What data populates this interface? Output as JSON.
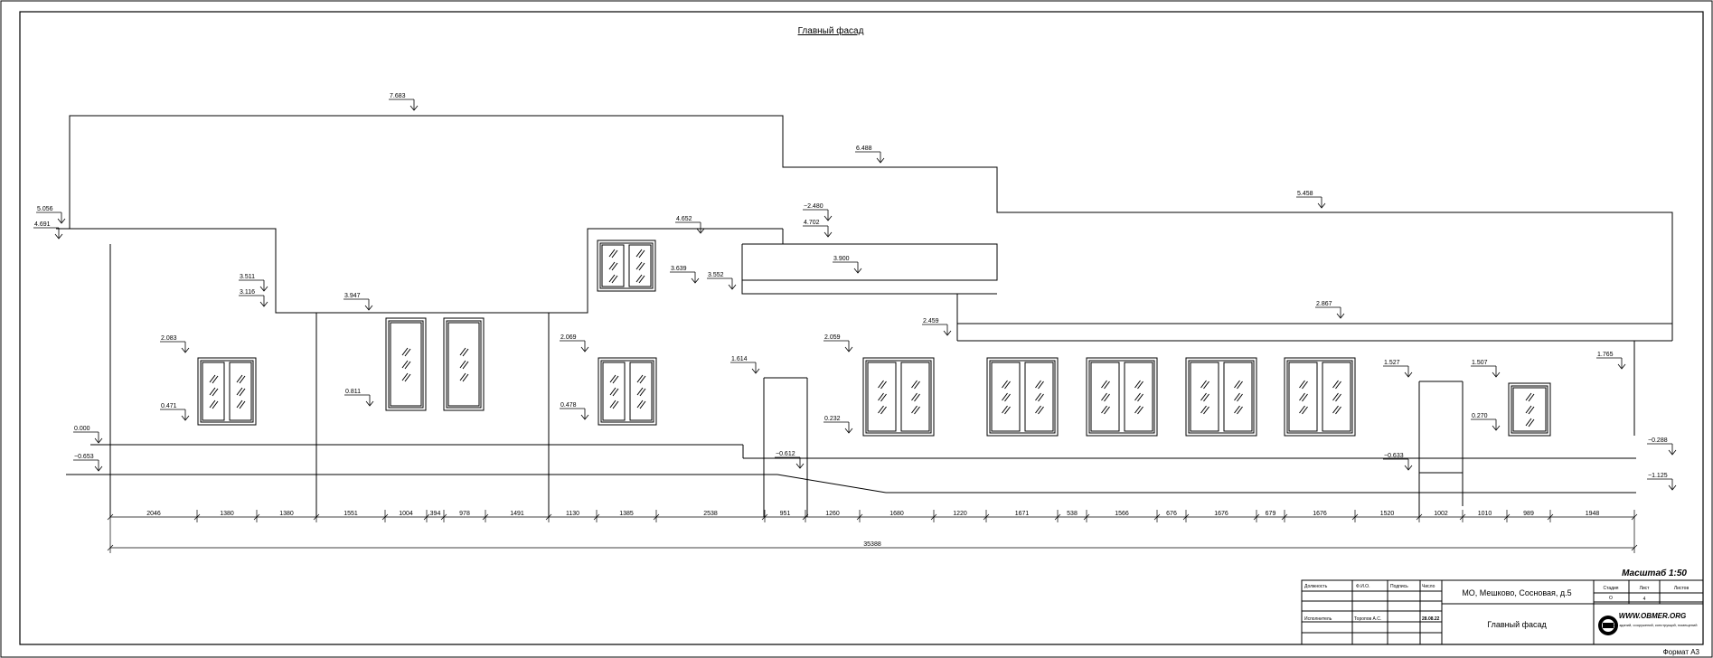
{
  "drawing": {
    "title": "Главный фасад",
    "scale_label": "Масштаб 1:50",
    "format_label": "Формат А3"
  },
  "elevations": [
    "7.683",
    "6.488",
    "5.458",
    "5.056",
    "4.691",
    "4.652",
    "−2.480",
    "4.702",
    "3.511",
    "3.116",
    "3.947",
    "3.639",
    "3.552",
    "3.900",
    "2.867",
    "2.459",
    "2.083",
    "0.471",
    "0.811",
    "2.069",
    "0.478",
    "1.614",
    "2.059",
    "0.232",
    "1.527",
    "1.507",
    "0.270",
    "1.765",
    "0.000",
    "−0.653",
    "−0.612",
    "−0.633",
    "−0.288",
    "−1.125"
  ],
  "dimensions": {
    "segments": [
      "2046",
      "1380",
      "1380",
      "1551",
      "1004",
      "394",
      "978",
      "1491",
      "1130",
      "1385",
      "2538",
      "951",
      "1260",
      "1680",
      "1220",
      "1671",
      "538",
      "1566",
      "676",
      "1676",
      "679",
      "1676",
      "1520",
      "1002",
      "1010",
      "989",
      "1948"
    ],
    "total": "35388"
  },
  "stamp": {
    "headers": [
      "Должность",
      "Ф.И.О.",
      "Подпись",
      "Число"
    ],
    "role": "Исполнитель",
    "name": "Торопов А.С.",
    "date": "28.08.22",
    "address": "МО, Мешково, Сосновая, д.5",
    "sheet_title": "Главный фасад",
    "stage_label": "Стадия",
    "sheet_label": "Лист",
    "sheets_label": "Листов",
    "stage": "О",
    "sheet": "4",
    "sheets": "",
    "company_url": "WWW.OBMER.ORG",
    "company_desc": "обмер зданий, сооружений, конструкций, помещений"
  }
}
